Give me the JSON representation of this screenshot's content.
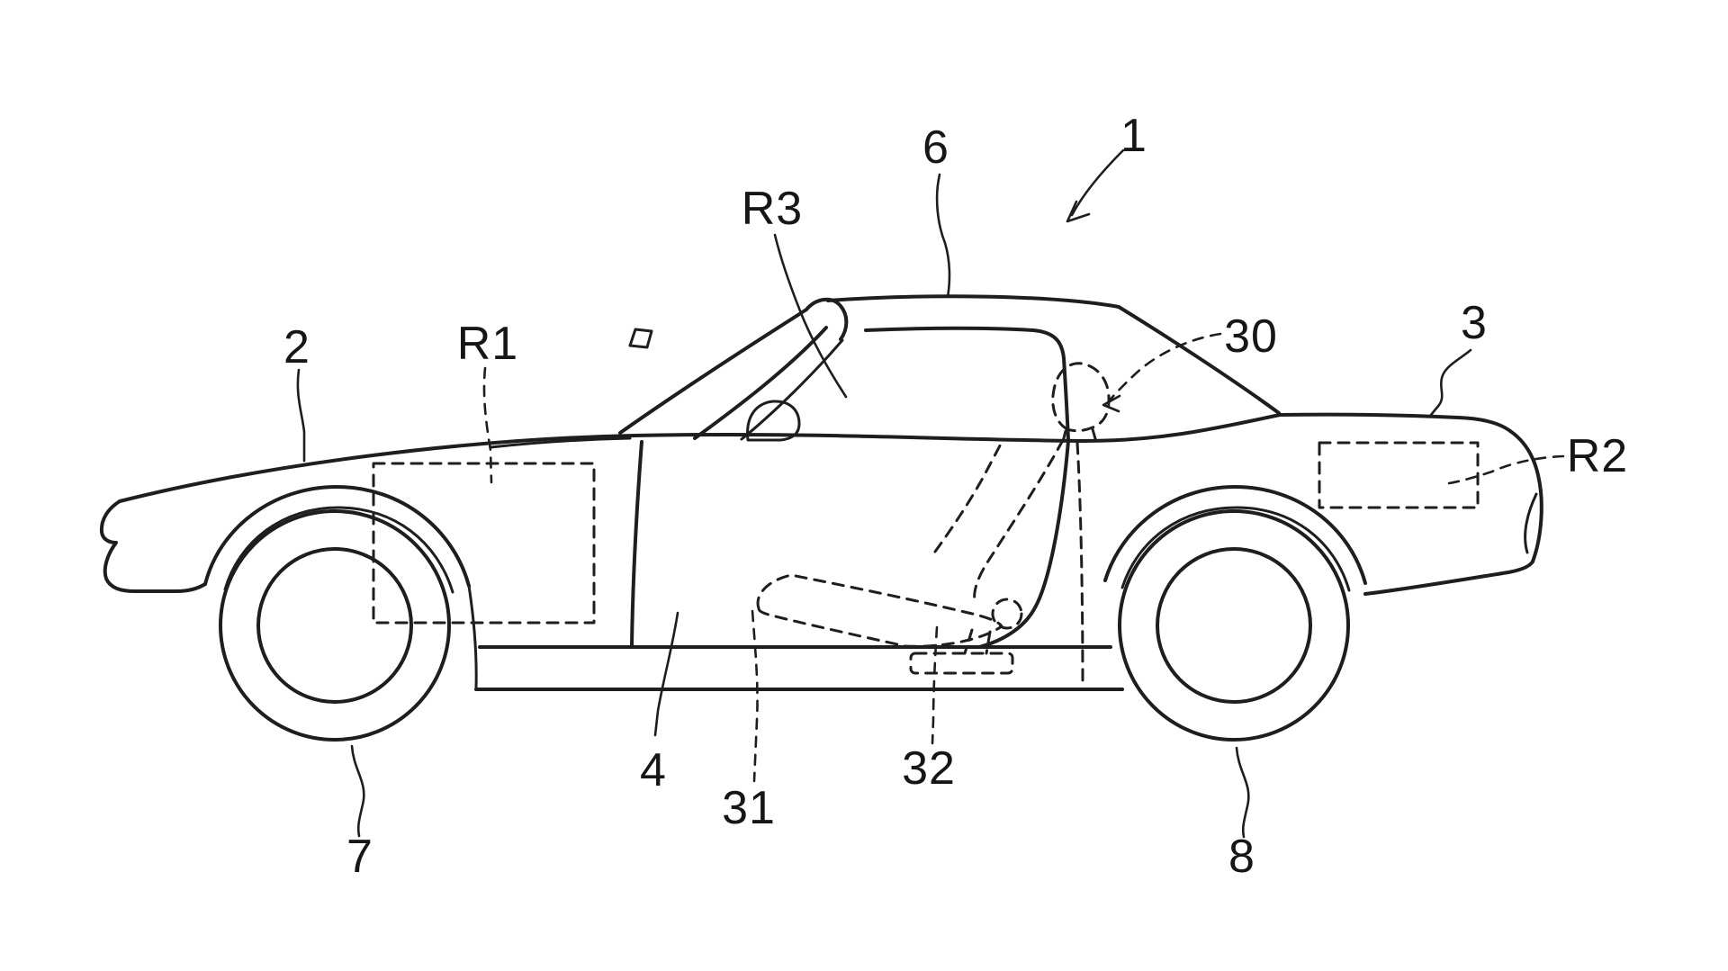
{
  "figure": {
    "background_color": "#ffffff",
    "stroke_color": "#1e1e1e",
    "labels": {
      "n1": "1",
      "n2": "2",
      "n3": "3",
      "n4": "4",
      "n6": "6",
      "n7": "7",
      "n8": "8",
      "n30": "30",
      "n31": "31",
      "n32": "32",
      "r1": "R1",
      "r2": "R2",
      "r3": "R3"
    }
  }
}
